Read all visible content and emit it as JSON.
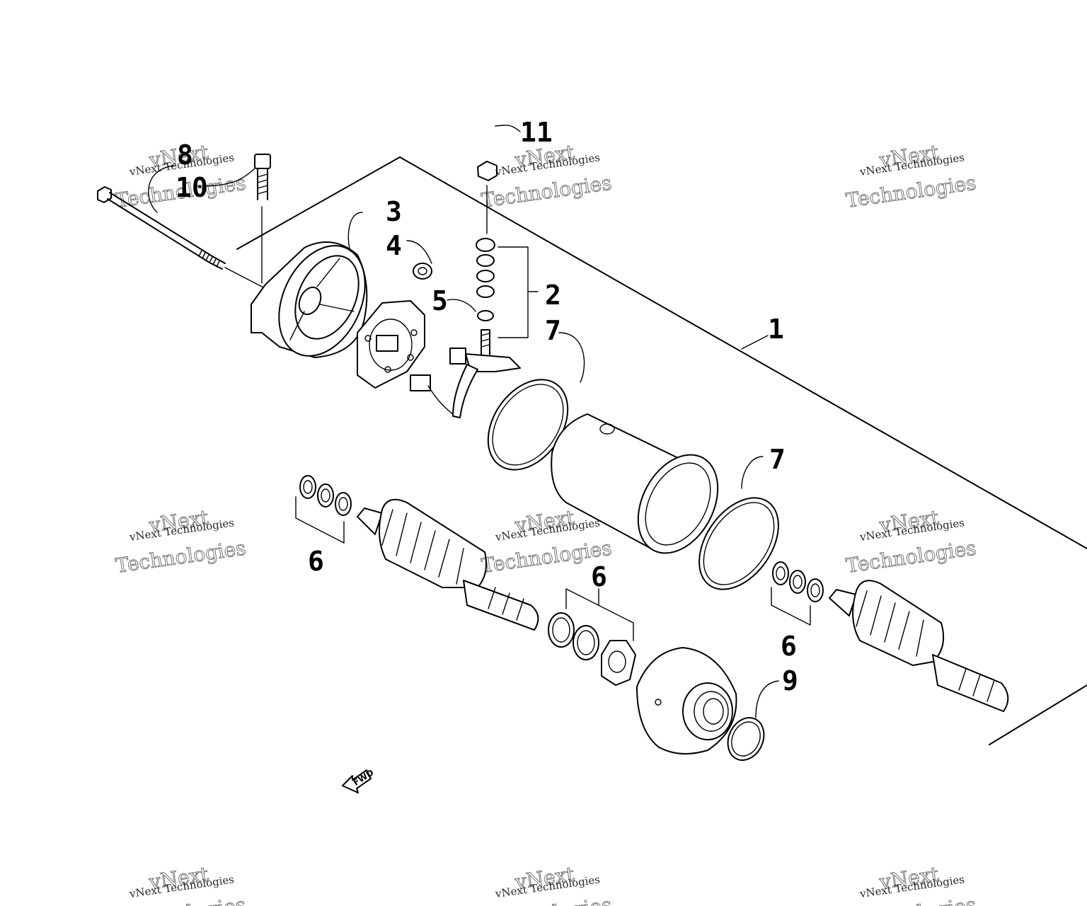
{
  "callouts": {
    "c1": "1",
    "c2": "2",
    "c3": "3",
    "c4": "4",
    "c5": "5",
    "c6a": "6",
    "c6b": "6",
    "c6c": "6",
    "c7a": "7",
    "c7b": "7",
    "c8": "8",
    "c9": "9",
    "c10": "10",
    "c11": "11"
  },
  "fwd_label": "FWD",
  "watermark": {
    "line1": "vNext Technologies",
    "line2": "vNext",
    "line3": "Technologies"
  }
}
